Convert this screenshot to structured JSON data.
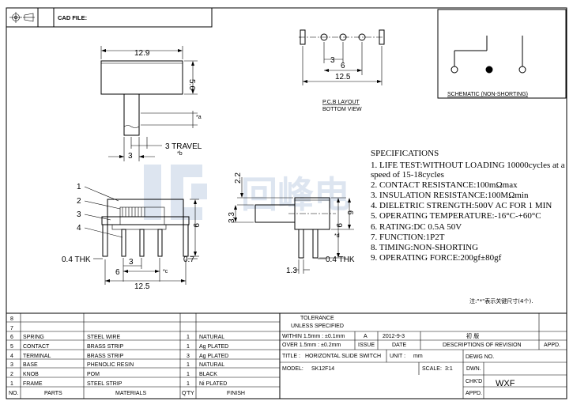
{
  "header": {
    "cad_file_label": "CAD FILE:"
  },
  "top_view": {
    "width": "12.9",
    "height": "5.6",
    "lever_offset": "3",
    "travel": "3 TRAVEL",
    "mark_a": "*a",
    "mark_b": "*b"
  },
  "pcb_layout": {
    "pitch": "3",
    "span_inner": "6",
    "span_outer": "12.5",
    "title_line1": "P.C.B LAYOUT",
    "title_line2": "BOTTOM VIEW"
  },
  "schematic": {
    "caption": "SCHEMATIC (NON-SHORTING)"
  },
  "watermark": {
    "text": "回峰电"
  },
  "specifications": {
    "title": "SPECIFICATIONS",
    "items": [
      "1. LIFE TEST:WITHOUT LOADING 10000cycles at a",
      "speed of 15-18cycles",
      "2. CONTACT RESISTANCE:100mΩmax",
      "3. INSULATION RESISTANCE:100MΩmin",
      "4. DIELETRIC STRENGTH:500V AC FOR 1 MIN",
      "5. OPERATING TEMPERATURE:-16°C-+60°C",
      "6. RATING:DC 0.5A 50V",
      "7. FUNCTION:1P2T",
      "8. TIMING:NON-SHORTING",
      "9. OPERATING FORCE:200gf±80gf"
    ],
    "note": "注:\"*\"表示关键尺寸(4个)."
  },
  "front_view": {
    "callouts": [
      "1",
      "2",
      "3",
      "4"
    ],
    "height": "9",
    "thickness": "0.4 THK",
    "pin_gap": "0.7",
    "pitch": "3",
    "span_inner": "6",
    "span_outer": "12.5",
    "mark_c": "*c"
  },
  "side_view": {
    "top_dim": "2.2",
    "left_dim": "3.3",
    "height": "9",
    "right_dim": "6",
    "mark_d": "*d",
    "thickness": "0.4 THK",
    "foot": "1.3"
  },
  "bom": {
    "row_numbers": [
      "8",
      "7",
      "6",
      "5",
      "4",
      "3",
      "2",
      "1",
      "NO."
    ],
    "rows": [
      {
        "no": "8",
        "part": "",
        "material": "",
        "qty": "",
        "finish": ""
      },
      {
        "no": "7",
        "part": "",
        "material": "",
        "qty": "",
        "finish": ""
      },
      {
        "no": "6",
        "part": "SPRING",
        "material": "STEEL WIRE",
        "qty": "1",
        "finish": "NATURAL"
      },
      {
        "no": "5",
        "part": "CONTACT",
        "material": "BRASS STRIP",
        "qty": "1",
        "finish": "Ag PLATED"
      },
      {
        "no": "4",
        "part": "TERMINAL",
        "material": "BRASS STRIP",
        "qty": "3",
        "finish": "Ag PLATED"
      },
      {
        "no": "3",
        "part": "BASE",
        "material": "PHENOLIC RESIN",
        "qty": "1",
        "finish": "NATURAL"
      },
      {
        "no": "2",
        "part": "KNOB",
        "material": "POM",
        "qty": "1",
        "finish": "BLACK"
      },
      {
        "no": "1",
        "part": "FRAME",
        "material": "STEEL STRIP",
        "qty": "1",
        "finish": "Ni PLATED"
      }
    ],
    "header": {
      "no": "NO.",
      "part": "PARTS",
      "material": "MATERIALS",
      "qty": "Q'TY",
      "finish": "FINISH"
    }
  },
  "title_block": {
    "tolerance": "TOLERANCE",
    "unless_specified": "UNLESS SPECIFIED",
    "within": "WITHIN 1.5mm : ±0.1mm",
    "over": "OVER 1.5mm : ±0.2mm",
    "rev_a": "A",
    "rev_date": "2012-9-3",
    "rev_desc": "初  版",
    "issue": "ISSUE",
    "date": "DATE",
    "desc_of_revision": "DESCRIPTIONS OF REVISION",
    "appd": "APPD.",
    "title_label": "TITLE :",
    "title_value": "HORIZONTAL SLIDE SWITCH",
    "unit_label": "UNIT :",
    "unit_value": "mm",
    "dewg_no": "DEWG NO.",
    "model_label": "MODEL:",
    "model_value": "SK12F14",
    "scale_label": "SCALE:",
    "scale_value": "3:1",
    "dwn": "DWN.",
    "chkd": "CHK'D",
    "appd2": "APPD.",
    "signer": "WXF"
  }
}
